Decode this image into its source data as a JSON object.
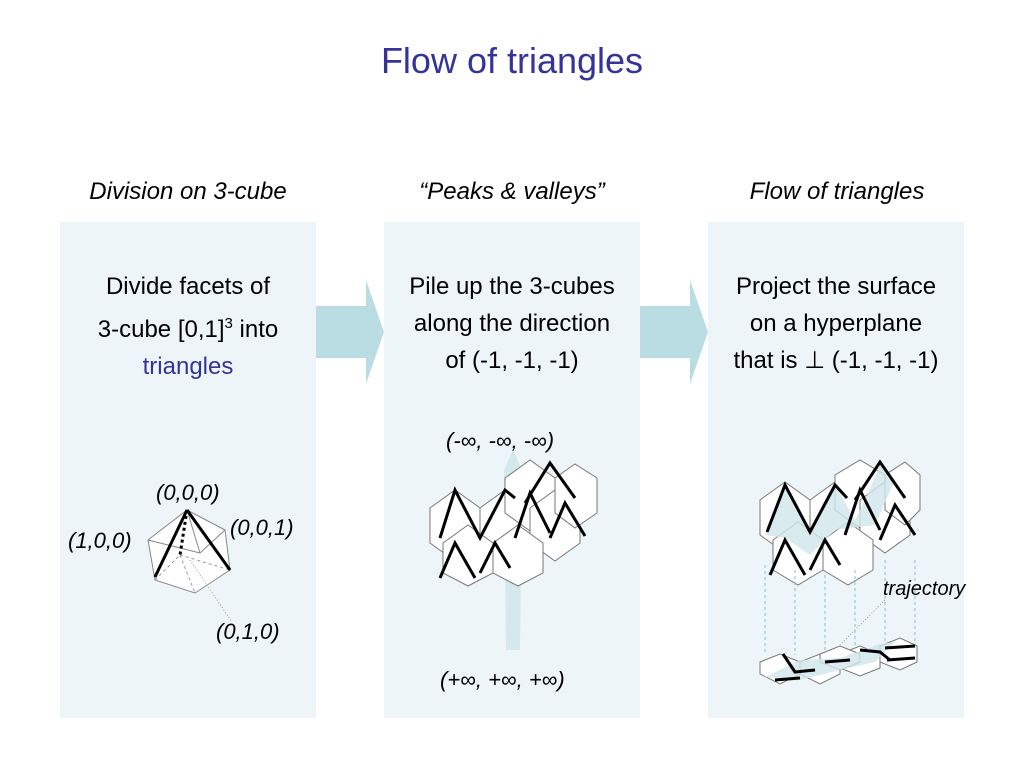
{
  "title": "Flow of triangles",
  "columns": [
    {
      "heading": "Division on 3-cube",
      "text_line1": "Divide facets of",
      "text_line2a": "3-cube [0,1]",
      "text_line2_sup": "3",
      "text_line2b": " into",
      "text_line3": "triangles"
    },
    {
      "heading": "“Peaks & valleys”",
      "text_line1": "Pile up the 3-cubes",
      "text_line2": "along the direction",
      "text_line3": "of (-1, -1, -1)"
    },
    {
      "heading": "Flow of triangles",
      "text_line1": "Project the surface",
      "text_line2": "on a hyperplane",
      "text_line3": "that is ⊥ (-1, -1, -1)"
    }
  ],
  "cube_labels": {
    "v000": "(0,0,0)",
    "v100": "(1,0,0)",
    "v001": "(0,0,1)",
    "v010": "(0,1,0)"
  },
  "direction_labels": {
    "top": "(-∞, -∞, -∞)",
    "bottom": "(+∞, +∞, +∞)"
  },
  "trajectory_label": "trajectory",
  "colors": {
    "title": "#333399",
    "panel": "#eef5f8",
    "arrow": "#b9dde2",
    "highlight": "#cfe6ea"
  }
}
